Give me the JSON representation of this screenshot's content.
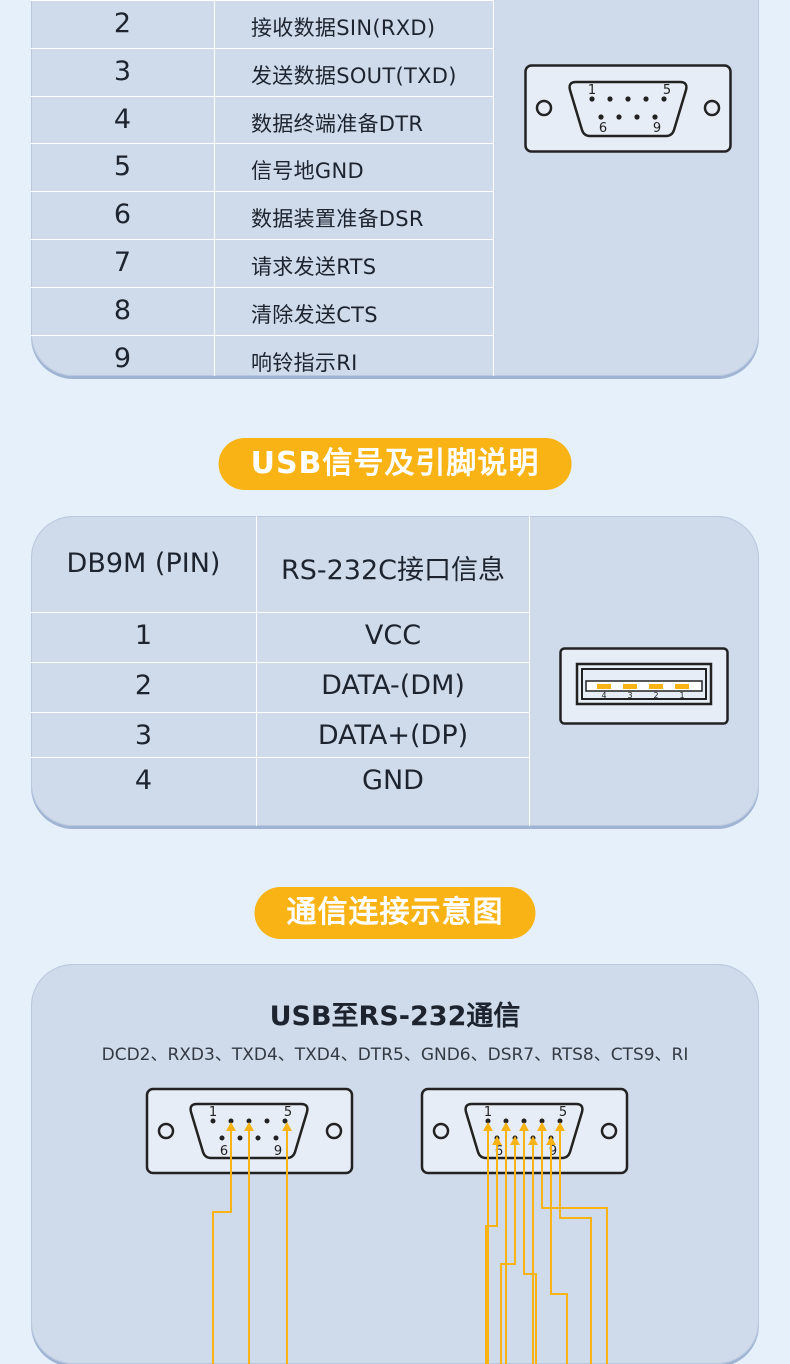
{
  "rs232_table": {
    "rows": [
      {
        "pin": "2",
        "desc": "接收数据SIN(RXD)"
      },
      {
        "pin": "3",
        "desc": "发送数据SOUT(TXD)"
      },
      {
        "pin": "4",
        "desc": "数据终端准备DTR"
      },
      {
        "pin": "5",
        "desc": "信号地GND"
      },
      {
        "pin": "6",
        "desc": "数据装置准备DSR"
      },
      {
        "pin": "7",
        "desc": "请求发送RTS"
      },
      {
        "pin": "8",
        "desc": "清除发送CTS"
      },
      {
        "pin": "9",
        "desc": "响铃指示RI"
      }
    ],
    "connector_labels": {
      "pin1": "1",
      "pin5": "5",
      "pin6": "6",
      "pin9": "9"
    }
  },
  "usb_section": {
    "heading": "USB信号及引脚说明",
    "header_pin": "DB9M (PIN)",
    "header_info": "RS-232C接口信息",
    "rows": [
      {
        "pin": "1",
        "signal": "VCC"
      },
      {
        "pin": "2",
        "signal": "DATA-(DM)"
      },
      {
        "pin": "3",
        "signal": "DATA+(DP)"
      },
      {
        "pin": "4",
        "signal": "GND"
      }
    ],
    "port_labels": [
      "4",
      "3",
      "2",
      "1"
    ]
  },
  "comm_section": {
    "heading": "通信连接示意图",
    "title": "USB至RS-232通信",
    "subtitle": "DCD2、RXD3、TXD4、TXD4、DTR5、GND6、DSR7、RTS8、CTS9、RI",
    "connector_labels": {
      "pin1": "1",
      "pin5": "5",
      "pin6": "6",
      "pin9": "9"
    }
  },
  "colors": {
    "accent": "#f9b314",
    "card": "#cfdaea",
    "page": "#e6f0fb",
    "wire": "#f9b314"
  }
}
